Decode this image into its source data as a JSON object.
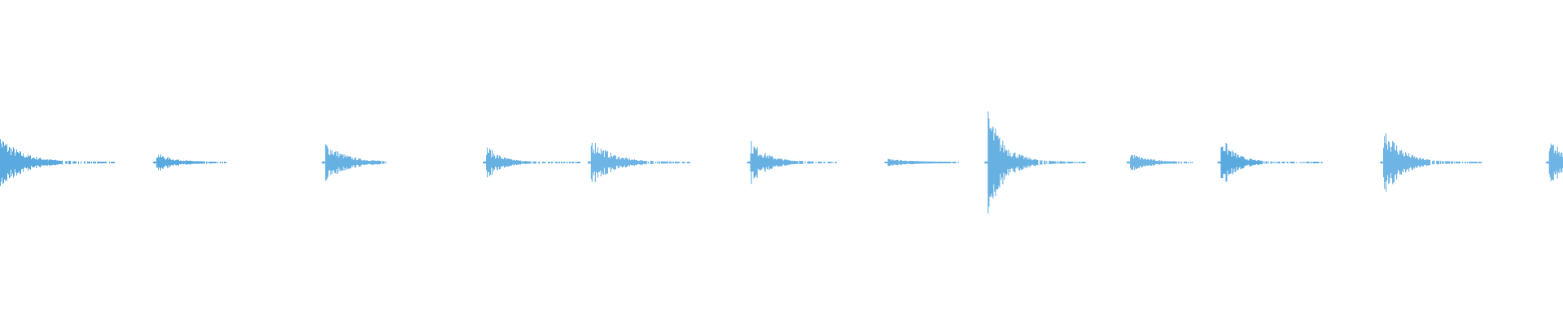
{
  "chart_data": {
    "type": "waveform",
    "title": "",
    "xlabel": "",
    "ylabel": "",
    "axes_visible": false,
    "grid": false,
    "legend": "none",
    "ylim": [
      -1,
      1
    ],
    "xlim": [
      0,
      1
    ],
    "color": "#5aaae0",
    "background": "#ffffff",
    "events": [
      {
        "onset": 0.0,
        "peak": 0.17,
        "decay": 0.04,
        "tail": 0.075
      },
      {
        "onset": 0.1,
        "peak": 0.06,
        "decay": 0.03,
        "tail": 0.045
      },
      {
        "onset": 0.208,
        "peak": 0.13,
        "decay": 0.035,
        "tail": 0.04
      },
      {
        "onset": 0.311,
        "peak": 0.11,
        "decay": 0.025,
        "tail": 0.06
      },
      {
        "onset": 0.378,
        "peak": 0.16,
        "decay": 0.035,
        "tail": 0.065
      },
      {
        "onset": 0.48,
        "peak": 0.14,
        "decay": 0.03,
        "tail": 0.055
      },
      {
        "onset": 0.568,
        "peak": 0.02,
        "decay": 0.04,
        "tail": 0.045
      },
      {
        "onset": 0.632,
        "peak": 0.33,
        "decay": 0.03,
        "tail": 0.063
      },
      {
        "onset": 0.723,
        "peak": 0.06,
        "decay": 0.03,
        "tail": 0.04
      },
      {
        "onset": 0.781,
        "peak": 0.17,
        "decay": 0.025,
        "tail": 0.065
      },
      {
        "onset": 0.885,
        "peak": 0.25,
        "decay": 0.03,
        "tail": 0.063
      },
      {
        "onset": 0.991,
        "peak": 0.16,
        "decay": 0.03,
        "tail": 0.01
      }
    ]
  }
}
